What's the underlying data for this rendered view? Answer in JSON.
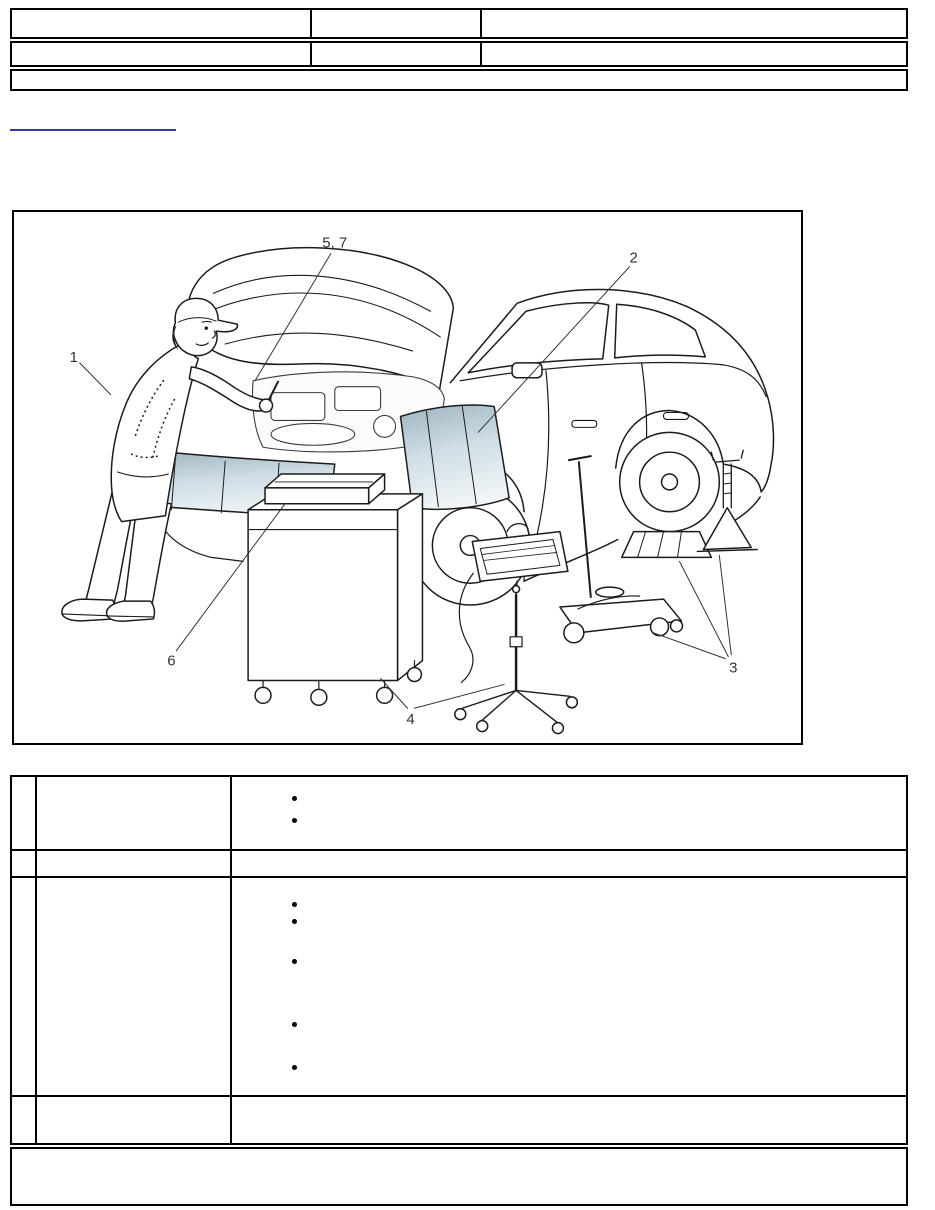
{
  "colors": {
    "table_border": "#000000",
    "link_underline": "#3b3b9c",
    "fender_cover": "#c2d2da",
    "callout_text": "#333333"
  },
  "header_table": {
    "row1": [
      "",
      "",
      ""
    ],
    "row2": [
      "",
      "",
      ""
    ],
    "row3_cell": ""
  },
  "link": {
    "text": ""
  },
  "figure": {
    "description": "line-art-of-technician-working-under-open-hood-of-sedan-with-fender-covers-diagnostic-cart-work-light-floor-jack-jack-stand-and-wheel-chock",
    "callouts": {
      "c1": "1",
      "c2": "2",
      "c3": "3",
      "c4": "4",
      "c57": "5, 7",
      "c6": "6"
    }
  },
  "info_table": {
    "rows": [
      {
        "num": "",
        "title": "",
        "bullets": [
          "",
          ""
        ]
      },
      {
        "num": "",
        "title": "",
        "bullets": []
      },
      {
        "num": "",
        "title": "",
        "bullets": [
          "",
          "",
          "",
          "",
          ""
        ]
      },
      {
        "num": "",
        "title": "",
        "bullets": []
      }
    ]
  },
  "footer": {
    "text": ""
  }
}
